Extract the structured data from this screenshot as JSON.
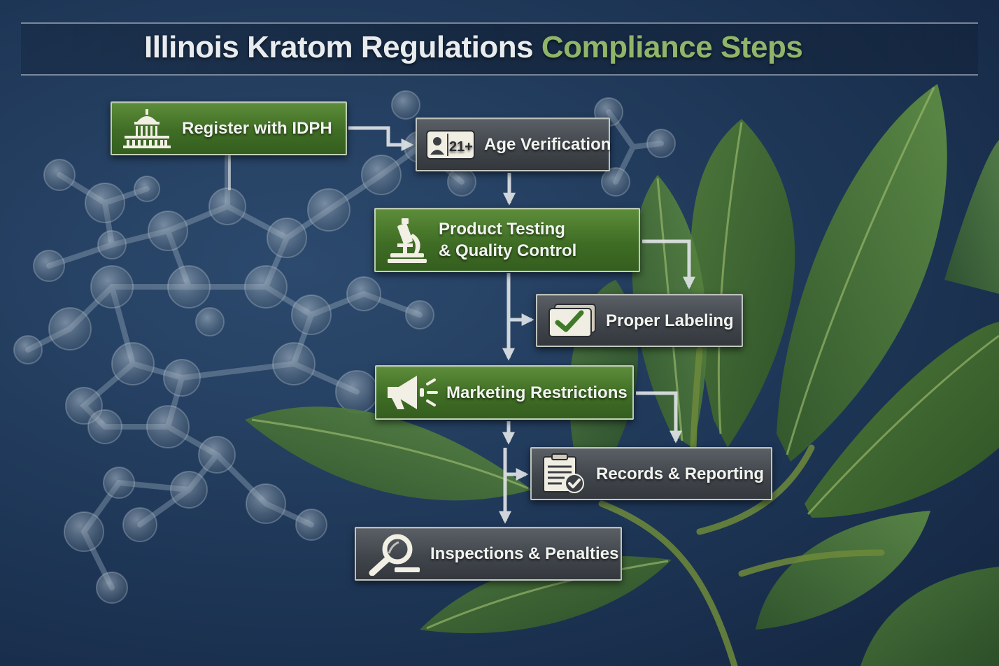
{
  "title": {
    "main": "Illinois Kratom Regulations",
    "accent": "Compliance Steps"
  },
  "steps": [
    {
      "id": "register",
      "label": "Register with IDPH",
      "icon": "capitol-building-icon",
      "style": "green"
    },
    {
      "id": "age",
      "label": "Age Verification",
      "icon": "id-card-21-plus-icon",
      "badge": "21+",
      "style": "gray"
    },
    {
      "id": "testing",
      "label_line1": "Product Testing",
      "label_line2": "& Quality Control",
      "icon": "microscope-icon",
      "style": "green"
    },
    {
      "id": "labeling",
      "label": "Proper Labeling",
      "icon": "checkmark-label-icon",
      "style": "gray"
    },
    {
      "id": "marketing",
      "label": "Marketing Restrictions",
      "icon": "megaphone-icon",
      "style": "green"
    },
    {
      "id": "records",
      "label": "Records & Reporting",
      "icon": "clipboard-check-icon",
      "style": "gray"
    },
    {
      "id": "inspections",
      "label": "Inspections & Penalties",
      "icon": "magnifying-glass-icon",
      "style": "gray"
    }
  ],
  "colors": {
    "background": "#1e3656",
    "green_box": "#3f6d25",
    "gray_box": "#41464c",
    "title_accent": "#8fb56a",
    "connector": "#dfe3e6"
  }
}
